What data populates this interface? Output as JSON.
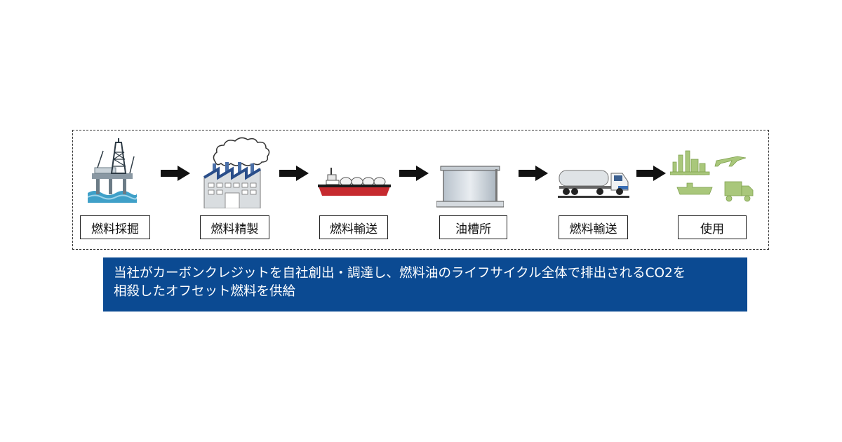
{
  "flow": {
    "steps": [
      {
        "label": "燃料採掘",
        "icon": "oil-rig-icon"
      },
      {
        "label": "燃料精製",
        "icon": "refinery-factory-icon"
      },
      {
        "label": "燃料輸送",
        "icon": "tanker-ship-icon"
      },
      {
        "label": "油槽所",
        "icon": "storage-tank-icon"
      },
      {
        "label": "燃料輸送",
        "icon": "tanker-truck-icon"
      },
      {
        "label": "使用",
        "icon": "usage-industry-transport-icon"
      }
    ]
  },
  "banner": {
    "line1": "当社がカーボンクレジットを自社創出・調達し、燃料油のライフサイクル全体で排出されるCO2を",
    "line2": "相殺したオフセット燃料を供給"
  },
  "colors": {
    "banner_bg": "#0b4a92",
    "banner_text": "#ffffff",
    "arrow": "#111111",
    "usage_icons": "#a9c77b"
  }
}
